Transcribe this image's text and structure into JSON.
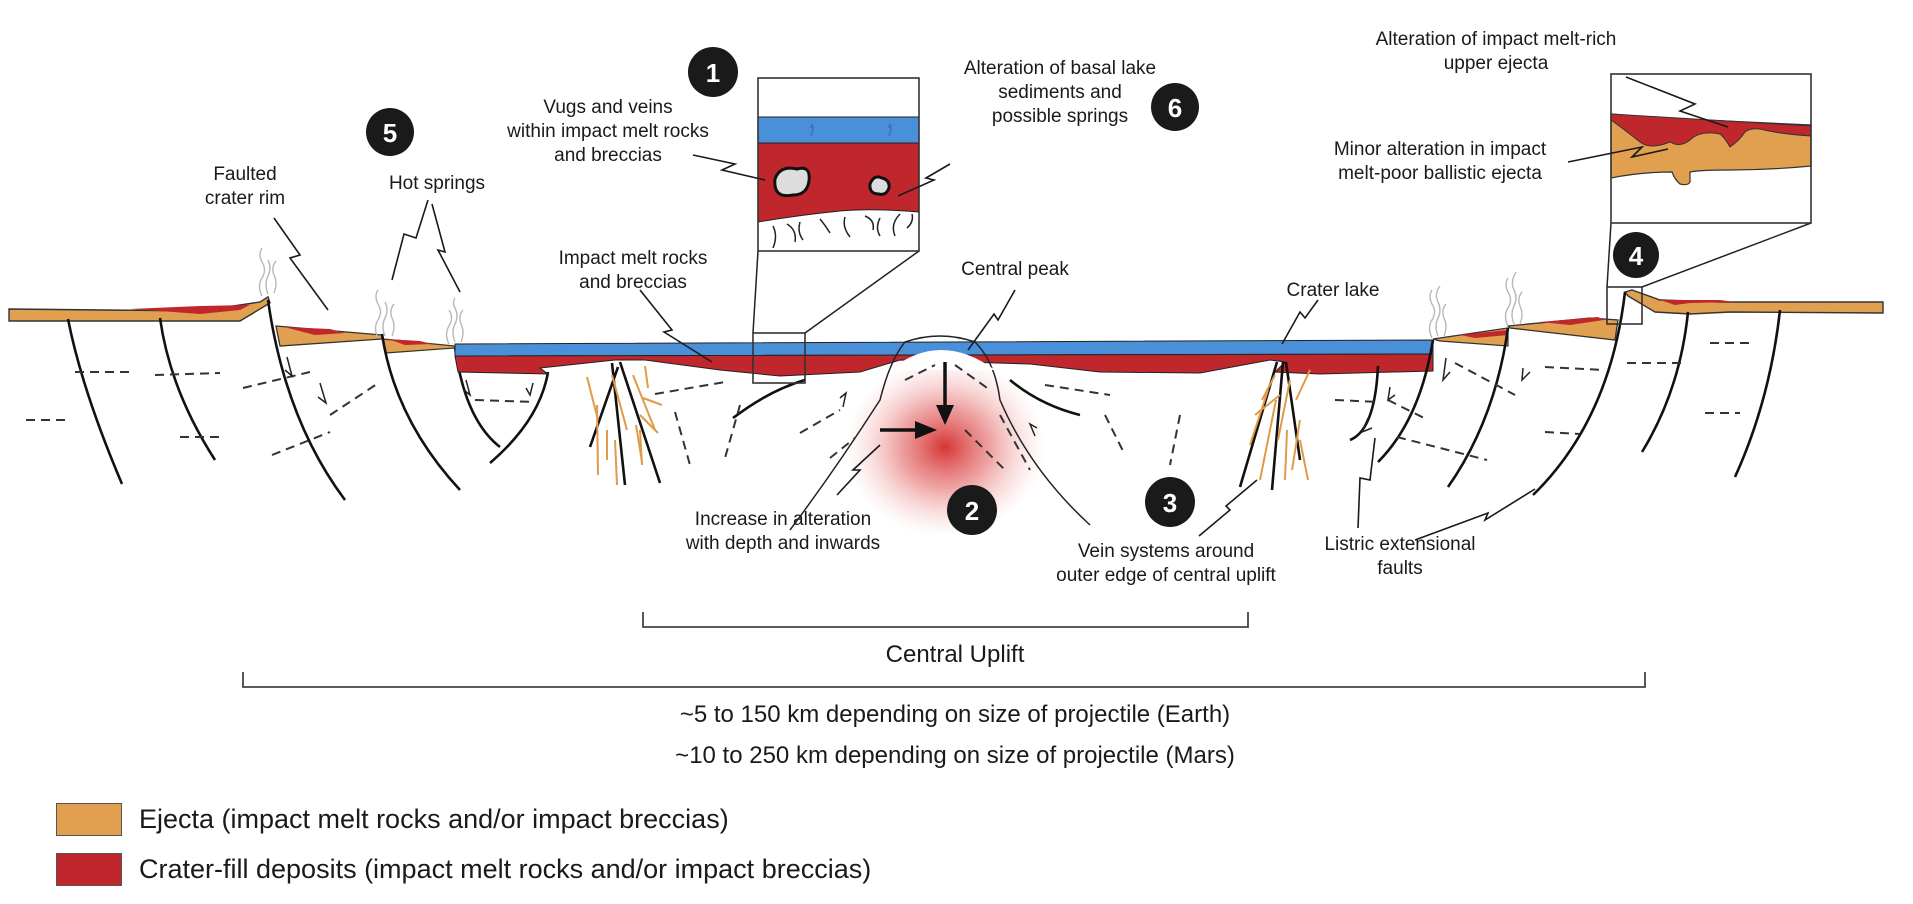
{
  "colors": {
    "ejecta": "#E0A050",
    "crater_fill": "#C0272D",
    "lake": "#4A90D9",
    "glow": "#D42A2A",
    "badge": "#1a1a1a"
  },
  "badges": [
    "1",
    "2",
    "3",
    "4",
    "5",
    "6"
  ],
  "labels": {
    "faulted_rim": [
      "Faulted",
      "crater rim"
    ],
    "hot_springs": "Hot springs",
    "vugs": [
      "Vugs and veins",
      "within impact melt rocks",
      "and breccias"
    ],
    "impact_melt": [
      "Impact melt rocks",
      "and breccias"
    ],
    "basal_lake": [
      "Alteration of basal lake",
      "sediments and",
      "possible springs"
    ],
    "central_peak": "Central peak",
    "crater_lake": "Crater lake",
    "melt_rich": [
      "Alteration of impact melt-rich",
      "upper ejecta"
    ],
    "melt_poor": [
      "Minor alteration in impact",
      "melt-poor ballistic ejecta"
    ],
    "increase_alteration": [
      "Increase in alteration",
      "with depth and inwards"
    ],
    "vein_systems": [
      "Vein systems around",
      "outer edge of central uplift"
    ],
    "listric": [
      "Listric extensional",
      "faults"
    ]
  },
  "scale": {
    "central_uplift": "Central Uplift",
    "earth": "~5 to 150 km depending on size of projectile (Earth)",
    "mars": "~10 to 250 km depending on size of projectile (Mars)"
  },
  "legend": [
    {
      "label": "Ejecta (impact melt rocks and/or impact breccias)",
      "color": "#E0A050"
    },
    {
      "label": "Crater-fill deposits (impact melt rocks and/or impact breccias)",
      "color": "#C0272D"
    }
  ]
}
